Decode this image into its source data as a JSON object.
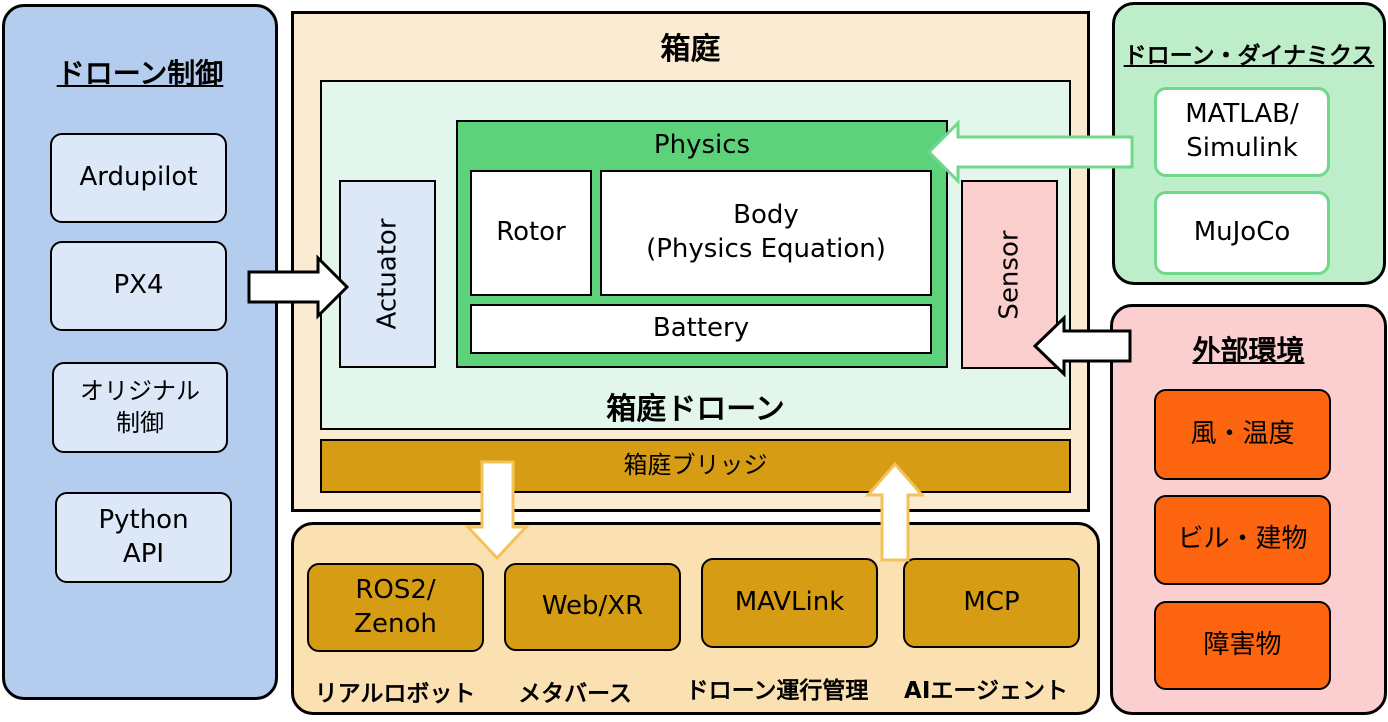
{
  "colors": {
    "control_bg": "#b4cdee",
    "control_box": "#dce8f8",
    "hakoniwa_bg": "#fbebd2",
    "drone_bg": "#e3f6ec",
    "physics_bg": "#5dd27a",
    "actuator_bg": "#dce8f8",
    "sensor_bg": "#fbcece",
    "bridge_bg": "#d69d14",
    "bottom_bg": "#fbe0b2",
    "dynamics_bg": "#bdedc9",
    "dynamics_border": "#6fd88a",
    "env_bg": "#fbcfcf",
    "env_box": "#fc6410"
  },
  "drone_control": {
    "title": "ドローン制御",
    "items": [
      "Ardupilot",
      "PX4",
      "オリジナル\n制御",
      "Python\nAPI"
    ]
  },
  "hakoniwa": {
    "title": "箱庭",
    "drone_title": "箱庭ドローン",
    "actuator": "Actuator",
    "sensor": "Sensor",
    "physics": {
      "title": "Physics",
      "rotor": "Rotor",
      "body": "Body\n(Physics Equation)",
      "battery": "Battery"
    },
    "bridge": "箱庭ブリッジ"
  },
  "drone_dynamics": {
    "title": "ドローン・ダイナミクス",
    "items": [
      "MATLAB/\nSimulink",
      "MuJoCo"
    ]
  },
  "external_env": {
    "title": "外部環境",
    "items": [
      "風・温度",
      "ビル・建物",
      "障害物"
    ]
  },
  "integrations": {
    "boxes": [
      "ROS2/\nZenoh",
      "Web/XR",
      "MAVLink",
      "MCP"
    ],
    "labels": [
      "リアルロボット",
      "メタバース",
      "ドローン運行管理",
      "AIエージェント"
    ]
  }
}
